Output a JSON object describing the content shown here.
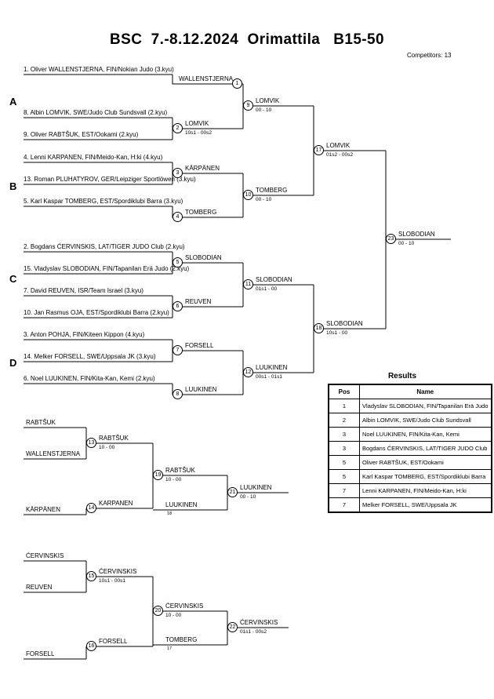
{
  "header": {
    "title": "BSC  7.-8.12.2024  Orimattila   B15-50",
    "competitors": "Competitors: 13"
  },
  "pools": {
    "a": "A",
    "b": "B",
    "c": "C",
    "d": "D"
  },
  "bracket": {
    "competitors": {
      "c1": "1. Oliver WALLENSTJERNA, FIN/Nokian Judo (3.kyu)",
      "c8": "8. Albin LOMVIK, SWE/Judo Club Sundsvall (2.kyu)",
      "c9": "9. Oliver RABTŠUK, EST/Ookami (2.kyu)",
      "c4": "4. Lenni KARPANEN, FIN/Meido-Kan, H:ki (4.kyu)",
      "c13": "13. Roman PLUHATYROV, GER/Leipziger Sportlöwen (3.kyu)",
      "c5": "5. Karl Kaspar TOMBERG, EST/Spordiklubi Barra (3.kyu)",
      "c2": "2. Bogdans ĆERVINSKIS, LAT/TIGER JUDO Club (2.kyu)",
      "c15": "15. Vladyslav SLOBODIAN, FIN/Tapanilan Erä Judo (2.kyu)",
      "c7": "7. David REUVEN, ISR/Team Israel (3.kyu)",
      "c10": "10. Jan Rasmus OJA, EST/Spordiklubi Barra (2.kyu)",
      "c3": "3. Anton POHJA, FIN/Kiteen Kippon (4.kyu)",
      "c14": "14. Melker FORSELL, SWE/Uppsala JK (3.kyu)",
      "c6": "6. Noel LUUKINEN, FIN/Kita-Kan, Kemi (2.kyu)"
    },
    "matches": {
      "m1": {
        "no": "1",
        "winner": "WALLENSTJERNA"
      },
      "m2": {
        "no": "2",
        "winner": "LOMVIK",
        "score": "10s1 - 00s2"
      },
      "m3": {
        "no": "3",
        "winner": "KÄRPÄNEN"
      },
      "m4": {
        "no": "4",
        "winner": "TOMBERG"
      },
      "m5": {
        "no": "5",
        "winner": "SLOBODIAN"
      },
      "m6": {
        "no": "6",
        "winner": "REUVEN"
      },
      "m7": {
        "no": "7",
        "winner": "FORSELL"
      },
      "m8": {
        "no": "8",
        "winner": "LUUKINEN"
      },
      "m9": {
        "no": "9",
        "winner": "LOMVIK",
        "score": "00 - 10"
      },
      "m10": {
        "no": "10",
        "winner": "TOMBERG",
        "score": "00 - 10"
      },
      "m11": {
        "no": "11",
        "winner": "SLOBODIAN",
        "score": "01s1 - 00"
      },
      "m12": {
        "no": "12",
        "winner": "LUUKINEN",
        "score": "00s1 - 01s1"
      },
      "m17": {
        "no": "17",
        "winner": "LOMVIK",
        "score": "01s2 - 00s2"
      },
      "m18": {
        "no": "18",
        "winner": "SLOBODIAN",
        "score": "10s1 - 00"
      },
      "m23": {
        "no": "23",
        "winner": "SLOBODIAN",
        "score": "00 - 10"
      }
    }
  },
  "repechage": {
    "entries": {
      "rabtsuk": "RABTŠUK",
      "wallenstjerna": "WALLENSTJERNA",
      "karpanen": "KÄRPÄNEN",
      "cervinskis": "ĆERVINSKIS",
      "reuven": "REUVEN",
      "forsell": "FORSELL"
    },
    "matches": {
      "m13": {
        "no": "13",
        "winner": "RABTŠUK",
        "score": "10 - 00"
      },
      "m14": {
        "no": "14",
        "winner": "KARPANEN"
      },
      "m15": {
        "no": "15",
        "winner": "ĆERVINSKIS",
        "score": "10s1 - 00s1"
      },
      "m16": {
        "no": "16",
        "winner": "FORSELL"
      },
      "m19": {
        "no": "19",
        "winner": "RABTŠUK",
        "score": "10 - 00"
      },
      "m20": {
        "no": "20",
        "winner": "ĆERVINSKIS",
        "score": "10 - 00"
      },
      "m21": {
        "no": "21",
        "winner": "LUUKINEN",
        "score": "00 - 10"
      },
      "m22": {
        "no": "22",
        "winner": "ĆERVINSKIS",
        "score": "01s1 - 00s2"
      }
    },
    "dropins": {
      "d1": {
        "name": "LUUKINEN",
        "from": "18"
      },
      "d2": {
        "name": "TOMBERG",
        "from": "17"
      }
    }
  },
  "results": {
    "heading": "Results",
    "columns": {
      "pos": "Pos",
      "name": "Name"
    },
    "rows": [
      {
        "pos": "1",
        "name": "Vladyslav SLOBODIAN, FIN/Tapanilan Erä Judo"
      },
      {
        "pos": "2",
        "name": "Albin LOMVIK, SWE/Judo Club Sundsvall"
      },
      {
        "pos": "3",
        "name": "Noel LUUKINEN, FIN/Kita-Kan, Kemi"
      },
      {
        "pos": "3",
        "name": "Bogdans ĆERVINSKIS, LAT/TIGER JUDO Club"
      },
      {
        "pos": "5",
        "name": "Oliver RABTŠUK, EST/Ookami"
      },
      {
        "pos": "5",
        "name": "Karl Kaspar TOMBERG, EST/Spordiklubi Barra"
      },
      {
        "pos": "7",
        "name": "Lenni KARPANEN, FIN/Meido-Kan, H:ki"
      },
      {
        "pos": "7",
        "name": "Melker FORSELL, SWE/Uppsala JK"
      }
    ]
  }
}
